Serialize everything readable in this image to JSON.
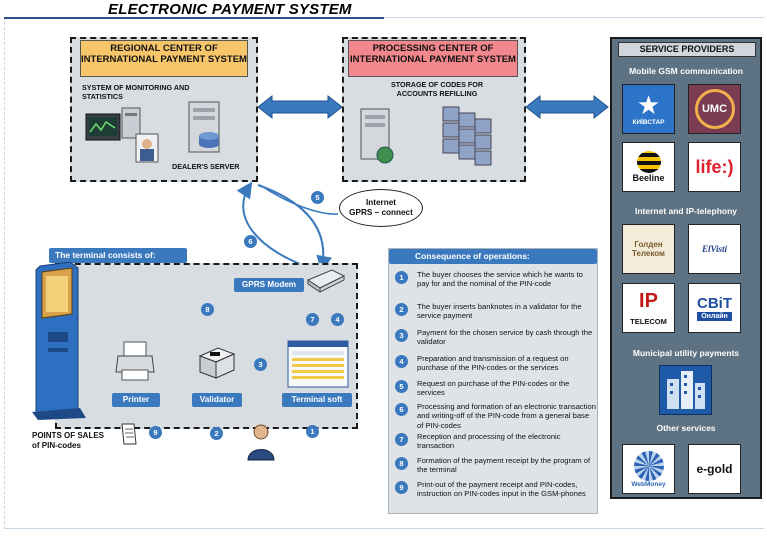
{
  "title": "ELECTRONIC PAYMENT SYSTEM",
  "regional": {
    "header": "REGIONAL CENTER OF INTERNATIONAL PAYMENT SYSTEM",
    "monitoring": "SYSTEM OF MONITORING AND STATISTICS",
    "dealer_server": "DEALER'S SERVER"
  },
  "processing": {
    "header": "PROCESSING CENTER OF INTERNATIONAL PAYMENT SYSTEM",
    "storage": "STORAGE OF CODES FOR ACCOUNTS REFILLING"
  },
  "cloud": {
    "line1": "Internet",
    "line2": "GPRS – connect"
  },
  "service_providers": {
    "header": "SERVICE PROVIDERS",
    "sections": {
      "mobile": "Mobile GSM communication",
      "internet": "Internet and IP-telephony",
      "municipal": "Municipal utility payments",
      "other": "Other services"
    },
    "logos": {
      "kyivstar": "КИЇВСТАР",
      "umc": "UMC",
      "beeline": "Beeline",
      "life": "life:)",
      "golden_1": "Голден",
      "golden_2": "Телеком",
      "elvisti": "ElVisti",
      "ip_1": "IP",
      "ip_2": "TELECOM",
      "svit_1": "СВiТ",
      "svit_2": "Онлайн",
      "webmoney": "WebMoney",
      "egold": "e-gold"
    },
    "colors": {
      "panel": "#5d7282",
      "accent": "#3b79bf"
    }
  },
  "terminal": {
    "header": "The terminal consists of:",
    "gprs_modem": "GPRS Modem",
    "printer": "Printer",
    "validator": "Validator",
    "terminal_soft": "Terminal soft"
  },
  "points_of_sales": {
    "line1": "POINTS OF SALES",
    "line2": "of PIN-codes"
  },
  "consequence": {
    "header": "Consequence of operations:",
    "steps": [
      {
        "n": "1",
        "text": "The buyer chooses the service which he wants to pay for and the nominal of the PIN-code"
      },
      {
        "n": "2",
        "text": "The buyer inserts banknotes in a validator for the service payment"
      },
      {
        "n": "3",
        "text": "Payment for the chosen service by cash through the validator"
      },
      {
        "n": "4",
        "text": "Preparation and transmission of a request on purchase of the PIN-codes or the services"
      },
      {
        "n": "5",
        "text": "Request on purchase of the PIN-codes or the services"
      },
      {
        "n": "6",
        "text": "Processing and formation of an electronic transaction and writing-off of the PIN-code from a general base of PIN-codes"
      },
      {
        "n": "7",
        "text": "Reception and processing of the electronic transaction"
      },
      {
        "n": "8",
        "text": "Formation of the payment receipt by the program of the terminal"
      },
      {
        "n": "9",
        "text": "Print-out of the payment receipt and PIN-codes, instruction on PIN-codes input in the GSM-phones"
      }
    ]
  },
  "markers": {
    "m1": "1",
    "m2": "2",
    "m3": "3",
    "m4": "4",
    "m5": "5",
    "m6": "6",
    "m7": "7",
    "m8": "8",
    "m9": "9"
  }
}
